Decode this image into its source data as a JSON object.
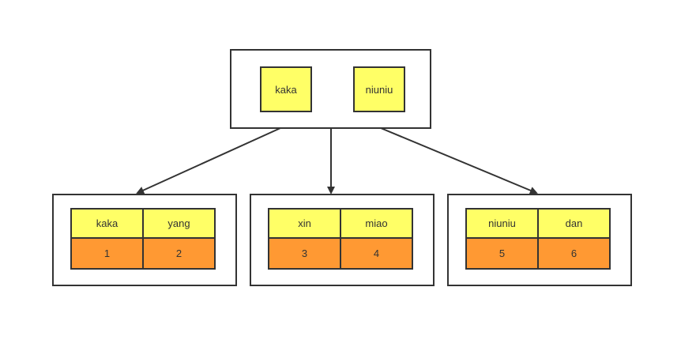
{
  "colors": {
    "key_fill": "#ffff66",
    "value_fill": "#ff9933",
    "stroke": "#333333"
  },
  "root": {
    "keys": [
      "kaka",
      "niuniu"
    ]
  },
  "leaves": [
    {
      "names": [
        "kaka",
        "yang"
      ],
      "values": [
        "1",
        "2"
      ]
    },
    {
      "names": [
        "xin",
        "miao"
      ],
      "values": [
        "3",
        "4"
      ]
    },
    {
      "names": [
        "niuniu",
        "dan"
      ],
      "values": [
        "5",
        "6"
      ]
    }
  ]
}
